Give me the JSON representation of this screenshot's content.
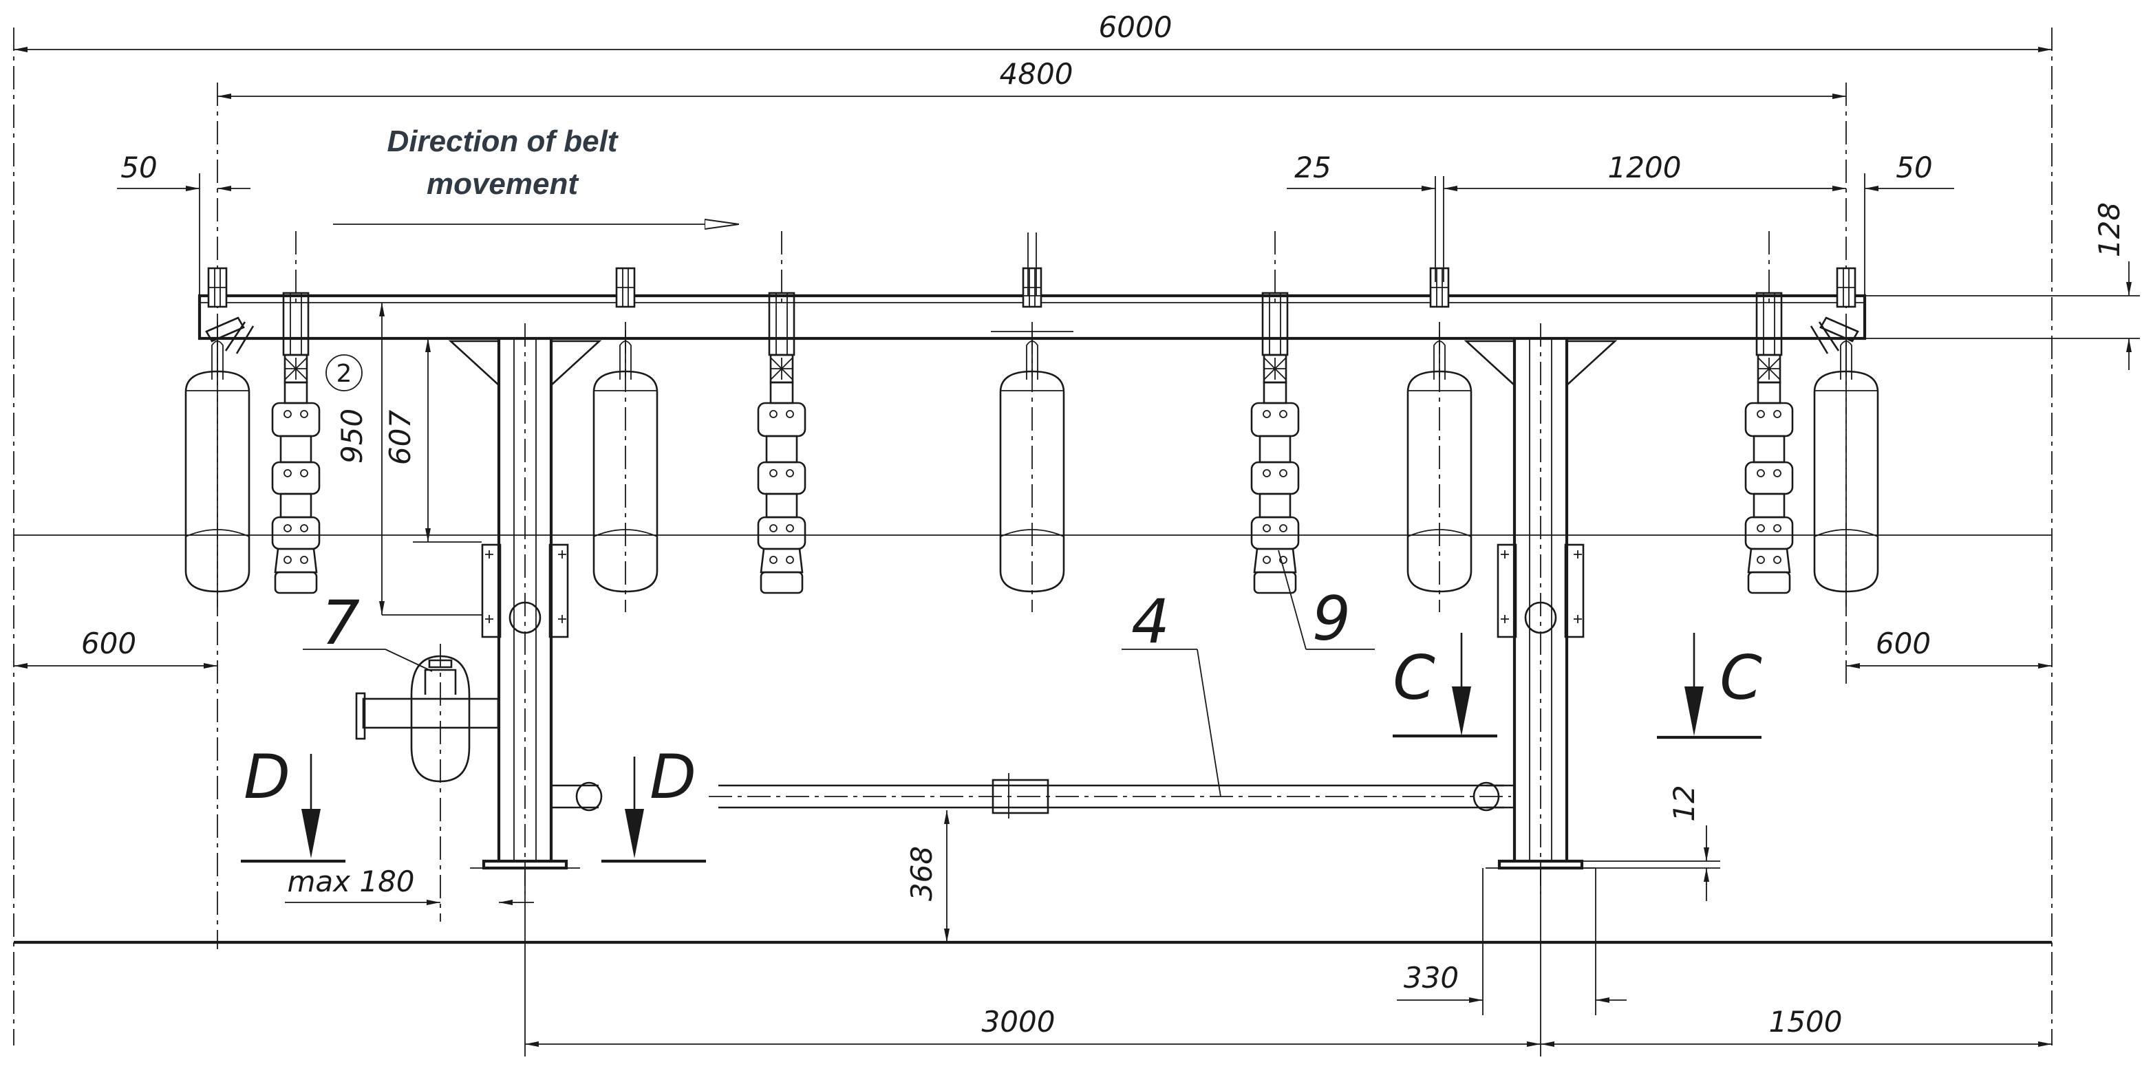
{
  "caption": {
    "line1": "Direction of belt",
    "line2": "movement"
  },
  "dimensions": {
    "overall_length": "6000",
    "rail_length": "4800",
    "left_end_offset": "50",
    "spacing_small": "25",
    "pitch": "1200",
    "right_end_offset": "50",
    "rail_height": "128",
    "drop_height": "950",
    "hanger_height": "607",
    "left_overhang": "600",
    "right_overhang": "600",
    "max_offset": "max 180",
    "floor_clearance": "368",
    "base_plate_thickness": "12",
    "base_plate_width": "330",
    "post_spacing": "3000",
    "right_post_to_end": "1500"
  },
  "callouts": {
    "item_2": "2",
    "item_4": "4",
    "item_7": "7",
    "item_9": "9"
  },
  "section_marks": {
    "c_left": "C",
    "c_right": "C",
    "d_left": "D",
    "d_right": "D"
  }
}
